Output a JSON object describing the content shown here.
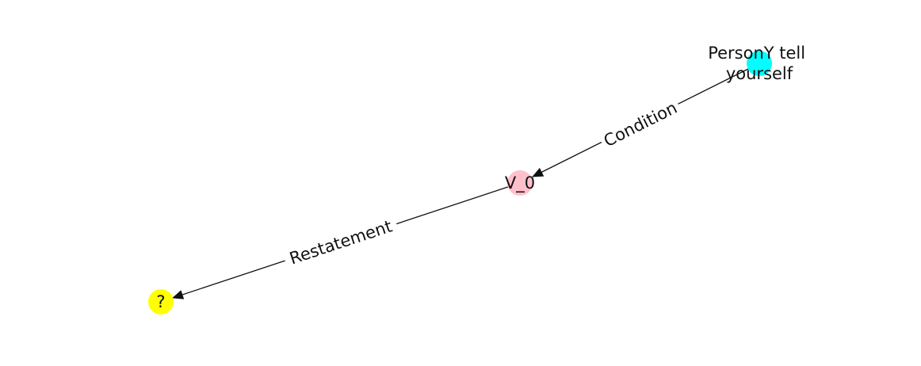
{
  "diagram": {
    "nodes": [
      {
        "id": "persony",
        "label_lines": [
          "PersonY tell",
          "yourself"
        ],
        "color": "#00ffff"
      },
      {
        "id": "v0",
        "label_lines": [
          "V_0"
        ],
        "color": "#ffc0cb"
      },
      {
        "id": "unknown",
        "label_lines": [
          "?"
        ],
        "color": "#ffff00"
      }
    ],
    "edges": [
      {
        "from": "persony",
        "to": "v0",
        "label": "Condition"
      },
      {
        "from": "v0",
        "to": "unknown",
        "label": "Restatement"
      }
    ]
  }
}
